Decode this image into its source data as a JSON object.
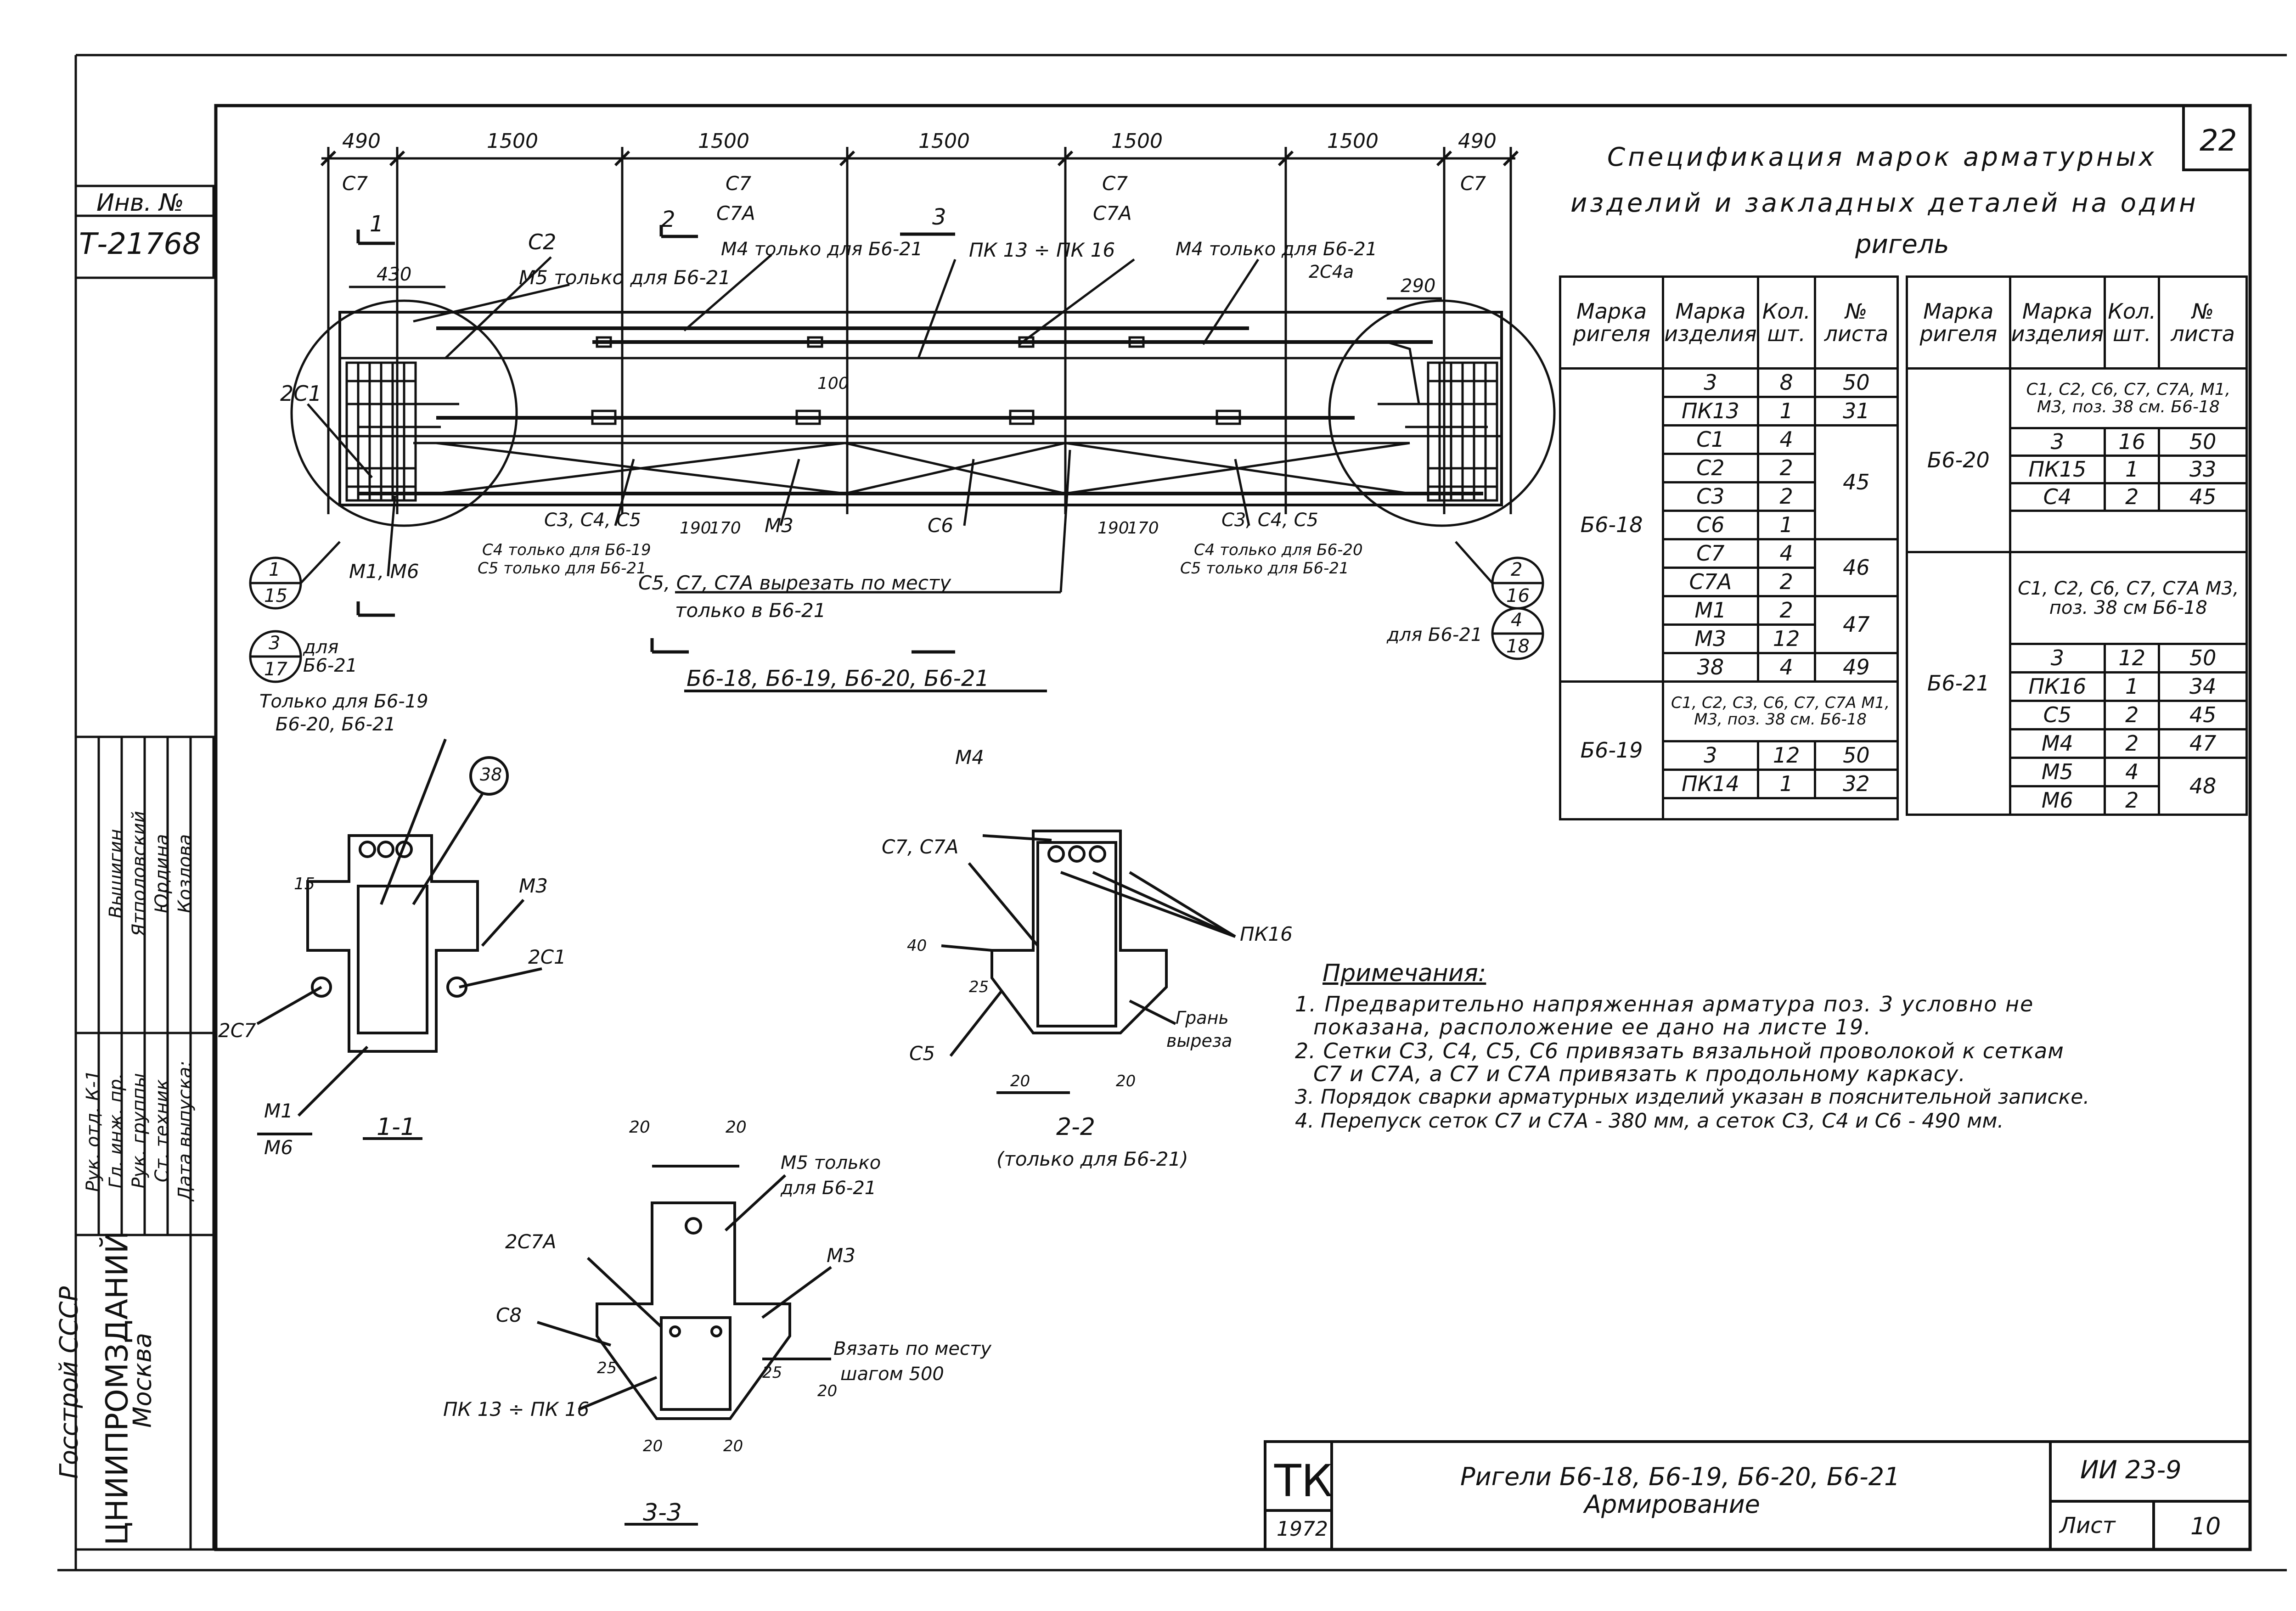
{
  "sheet": {
    "page_number": "22",
    "inv_label": "Инв. №",
    "inv_number": "Т-21768",
    "stamp_org_1": "Госстрой СССР",
    "stamp_org_2": "ЦНИИПРОМЗДАНИЙ",
    "stamp_city": "Москва",
    "stamp_roles": [
      "Рук. отд. К-1",
      "Гл. инж. пр.",
      "Рук. группы",
      "Ст. техник",
      "Дата выпуска:"
    ],
    "stamp_names": [
      "Вышигин",
      "Ятполовский",
      "Юрдина",
      "Козлова"
    ]
  },
  "drawing": {
    "dims": [
      "490",
      "1500",
      "1500",
      "1500",
      "1500",
      "1500",
      "490"
    ],
    "dim_430": "430",
    "dim_290": "290",
    "dim_100": "100",
    "dim_190a": "190",
    "dim_170a": "170",
    "dim_190b": "190",
    "dim_170b": "170",
    "labels": {
      "c7_left": "С7",
      "c7_mid1": "С7",
      "c7a_mid1": "С7А",
      "c7_mid2": "С7",
      "c7a_mid2": "С7А",
      "c7_right": "С7",
      "c2": "С2",
      "m5_only": "М5 только для Б6-21",
      "m4_only_1": "М4 только для Б6-21",
      "pk": "ПК 13 ÷ ПК 16",
      "m4_only_2": "М4 только для Б6-21",
      "c4a": "2С4а",
      "sec1": "1",
      "sec2": "2",
      "sec3": "3",
      "c1_2": "2С1",
      "c3c4c5_l": "С3, С4, С5",
      "c4_only_l": "С4 только для Б6-19",
      "c5_only_l": "С5 только для Б6-21",
      "m3": "М3",
      "c6": "С6",
      "c3c4c5_r": "С3, С4, С5",
      "c4_only_r": "С4 только для Б6-20",
      "c5_only_r": "С5 только для Б6-21",
      "m1m6": "М1, М6",
      "cut_note_1": "С5, С7, С7А вырезать по месту",
      "cut_note_2": "только в Б6-21",
      "for_b621_l": "для Б6-21",
      "for_b621_r": "для Б6-21",
      "main_title": "Б6-18, Б6-19, Б6-20, Б6-21",
      "ref_1_15_top": "1",
      "ref_1_15_bot": "15",
      "ref_3_17_top": "3",
      "ref_3_17_bot": "17",
      "ref_2_16_top": "2",
      "ref_2_16_bot": "16",
      "ref_4_18_top": "4",
      "ref_4_18_bot": "18"
    },
    "section_1_1": {
      "title": "1-1",
      "only_for_1": "Только для Б6-19",
      "only_for_2": "Б6-20, Б6-21",
      "circle": "38",
      "dim_15": "15",
      "m3": "М3",
      "c1": "2С1",
      "c7": "2С7",
      "m1": "М1",
      "m6": "М6"
    },
    "section_2_2": {
      "title": "2-2",
      "subtitle": "(только для Б6-21)",
      "m4": "М4",
      "c7c7a": "С7, С7А",
      "pk16": "ПК16",
      "dim_40": "40",
      "dim_25": "25",
      "c5": "С5",
      "edge_1": "Грань",
      "edge_2": "выреза",
      "dim_20a": "20",
      "dim_20b": "20"
    },
    "section_3_3": {
      "title": "3-3",
      "dim_20a": "20",
      "dim_20b": "20",
      "m5_1": "М5 только",
      "m5_2": "для Б6-21",
      "c7a": "2С7А",
      "m3": "М3",
      "c8": "С8",
      "tie_1": "Вязать по месту",
      "tie_2": "шагом 500",
      "pk": "ПК 13 ÷ ПК 16",
      "dim_25a": "25",
      "dim_25b": "25",
      "dim_20c": "20",
      "dim_20d": "20",
      "dim_20e": "20"
    }
  },
  "spec": {
    "title_1": "Спецификация марок арматурных",
    "title_2": "изделий и закладных деталей на один",
    "title_3": "ригель",
    "headers": [
      "Марка ригеля",
      "Марка изделия",
      "Кол. шт.",
      "№ листа"
    ],
    "left": {
      "b618_mark": "Б6-18",
      "b618_rows": [
        [
          "3",
          "8",
          "50"
        ],
        [
          "ПК13",
          "1",
          "31"
        ],
        [
          "С1",
          "4",
          ""
        ],
        [
          "С2",
          "2",
          "45"
        ],
        [
          "С3",
          "2",
          ""
        ],
        [
          "С6",
          "1",
          ""
        ],
        [
          "С7",
          "4",
          "46"
        ],
        [
          "С7А",
          "2",
          ""
        ],
        [
          "М1",
          "2",
          "47"
        ],
        [
          "М3",
          "12",
          ""
        ],
        [
          "38",
          "4",
          "49"
        ]
      ],
      "b619_mark": "Б6-19",
      "b619_note": "С1, С2, С3, С6, С7, С7А М1, М3, поз. 38 см. Б6-18",
      "b619_rows": [
        [
          "3",
          "12",
          "50"
        ],
        [
          "ПК14",
          "1",
          "32"
        ]
      ]
    },
    "right": {
      "b620_mark": "Б6-20",
      "b620_note": "С1, С2, С6, С7, С7А, М1, М3, поз. 38 см. Б6-18",
      "b620_rows": [
        [
          "3",
          "16",
          "50"
        ],
        [
          "ПК15",
          "1",
          "33"
        ],
        [
          "С4",
          "2",
          "45"
        ]
      ],
      "b621_mark": "Б6-21",
      "b621_note": "С1, С2, С6, С7, С7А М3, поз. 38 см Б6-18",
      "b621_rows": [
        [
          "3",
          "12",
          "50"
        ],
        [
          "ПК16",
          "1",
          "34"
        ],
        [
          "С5",
          "2",
          "45"
        ],
        [
          "М4",
          "2",
          "47"
        ],
        [
          "М5",
          "4",
          "48"
        ],
        [
          "М6",
          "2",
          ""
        ]
      ]
    }
  },
  "notes": {
    "title": "Примечания:",
    "items": [
      "1. Предварительно напряженная арматура поз. 3 условно не",
      "показана, расположение ее дано на листе 19.",
      "2. Сетки С3, С4, С5, С6 привязать вязальной проволокой к сеткам",
      "С7 и С7А, а С7 и С7А привязать к продольному каркасу.",
      "3. Порядок сварки арматурных изделий указан в пояснительной записке.",
      "4. Перепуск сеток С7 и С7А - 380 мм, а сеток С3, С4 и С6 - 490 мм."
    ]
  },
  "title_block": {
    "tk": "ТК",
    "year": "1972",
    "title_1": "Ригели Б6-18, Б6-19, Б6-20, Б6-21",
    "title_2": "Армирование",
    "code": "ИИ 23-9",
    "sheet_label": "Лист",
    "sheet_number": "10"
  }
}
